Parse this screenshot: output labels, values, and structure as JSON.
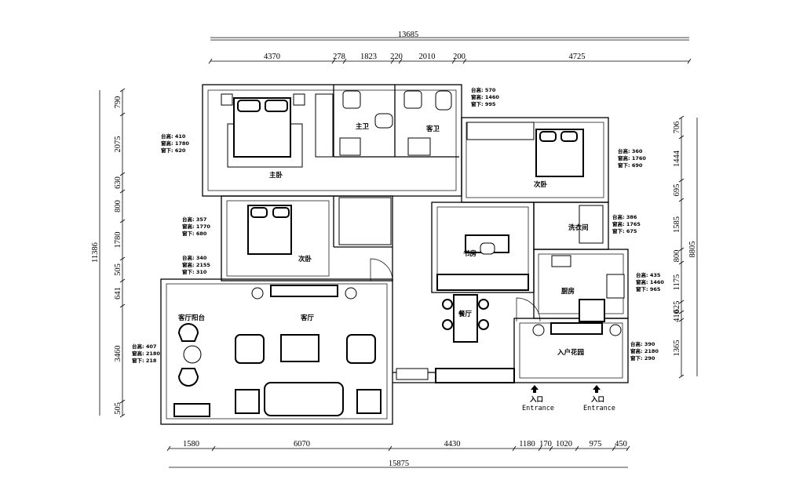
{
  "dimensions": {
    "top_total": "13685",
    "top_segments": [
      "4370",
      "278",
      "1823",
      "220",
      "2010",
      "200",
      "4725"
    ],
    "bottom_segments": [
      "1580",
      "6070",
      "4430",
      "1180",
      "170",
      "1020",
      "975",
      "450"
    ],
    "bottom_total": "15875",
    "left_segments": [
      "790",
      "2075",
      "630",
      "800",
      "1780",
      "505",
      "641",
      "3460",
      "505"
    ],
    "left_total": "11386",
    "right_segments": [
      "706",
      "1444",
      "695",
      "1585",
      "800",
      "1175",
      "625",
      "410",
      "1365"
    ],
    "right_total": "8805"
  },
  "rooms": {
    "master_bedroom": "主卧",
    "master_bath": "主卫",
    "guest_bath": "客卫",
    "second_bedroom_right": "次卧",
    "second_bedroom_left": "次卧",
    "study": "书房",
    "laundry": "洗衣间",
    "kitchen": "厨房",
    "dining": "餐厅",
    "living": "客厅",
    "living_balcony": "客厅阳台",
    "entry_garden": "入户花园"
  },
  "entrances": [
    {
      "label_cn": "入口",
      "label_en": "Entrance"
    },
    {
      "label_cn": "入口",
      "label_en": "Entrance"
    }
  ],
  "window_notes": [
    [
      "台高: 410",
      "窗高: 1780",
      "窗下: 620"
    ],
    [
      "台高: 357",
      "窗高: 1770",
      "窗下: 680"
    ],
    [
      "台高: 340",
      "窗高: 2155",
      "窗下: 310"
    ],
    [
      "台高: 407",
      "窗高: 2180",
      "窗下: 218"
    ],
    [
      "台高: 570",
      "窗高: 1460",
      "窗下: 995"
    ],
    [
      "台高: 360",
      "窗高: 1760",
      "窗下: 690"
    ],
    [
      "台高: 386",
      "窗高: 1765",
      "窗下: 675"
    ],
    [
      "台高: 435",
      "窗高: 1460",
      "窗下: 965"
    ],
    [
      "台高: 390",
      "窗高: 2180",
      "窗下: 290"
    ]
  ]
}
